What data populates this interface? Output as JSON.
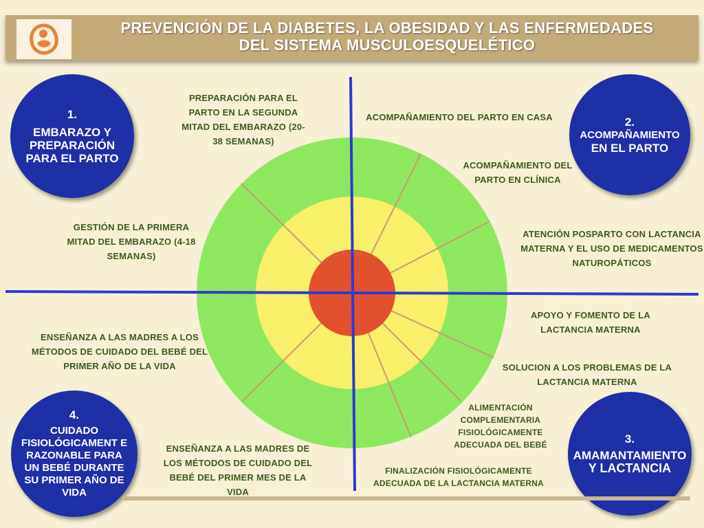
{
  "header": {
    "title_line1": "PREVENCIÓN DE LA DIABETES, LA OBESIDAD Y LAS ENFERMEDADES",
    "title_line2": "DEL SISTEMA MUSCULOESQUELÉTICO",
    "logo_icon": "mother-child-icon"
  },
  "colors": {
    "outer_ring": "#8ee85f",
    "middle_ring": "#f8f06a",
    "center": "#e2512e",
    "axis": "#2b3ad1",
    "badge": "#1f2fa6",
    "label_text": "#3d5a1e",
    "divider": "#c79a74"
  },
  "quadrants": [
    {
      "number": "1.",
      "label": "EMBARAZO Y PREPARACIÓN PARA EL PARTO"
    },
    {
      "number": "2.",
      "label_line1": "ACOMPAÑAMIENTO",
      "label_line2": "EN EL PARTO"
    },
    {
      "number": "3.",
      "label_line1": "AMAMANTAMIENTO",
      "label_line2": "Y LACTANCIA"
    },
    {
      "number": "4.",
      "label": "CUIDADO FISIOLÓGICAMENT E RAZONABLE PARA UN BEBÉ DURANTE SU PRIMER AÑO DE VIDA"
    }
  ],
  "stages": [
    "PREPARACIÓN PARA EL PARTO EN LA SEGUNDA MITAD DEL EMBARAZO (20-38 SEMANAS)",
    "GESTIÓN DE LA PRIMERA MITAD DEL EMBARAZO (4-18 SEMANAS)",
    "ACOMPAÑAMIENTO DEL PARTO EN CASA",
    "ACOMPAÑAMIENTO DEL PARTO EN CLÍNICA",
    "ATENCIÓN POSPARTO CON LACTANCIA MATERNA Y EL USO DE MEDICAMENTOS NATUROPÁTICOS",
    "APOYO Y FOMENTO DE LA LACTANCIA MATERNA",
    "SOLUCION A LOS PROBLEMAS DE LA LACTANCIA MATERNA",
    "ALIMENTACIÓN COMPLEMENTARIA FISIOLÓGICAMENTE ADECUADA DEL BEBÉ",
    "FINALIZACIÓN FISIOLÓGICAMENTE ADECUADA DE LA LACTANCIA MATERNA",
    "ENSEÑANZA A LAS MADRES A LOS MÉTODOS DE CUIDADO DEL BEBÉ DEL PRIMER AÑO DE LA VIDA",
    "ENSEÑANZA A LAS MADRES DE LOS MÉTODOS DE CUIDADO DEL BEBÉ DEL PRIMER MES DE LA VIDA"
  ]
}
